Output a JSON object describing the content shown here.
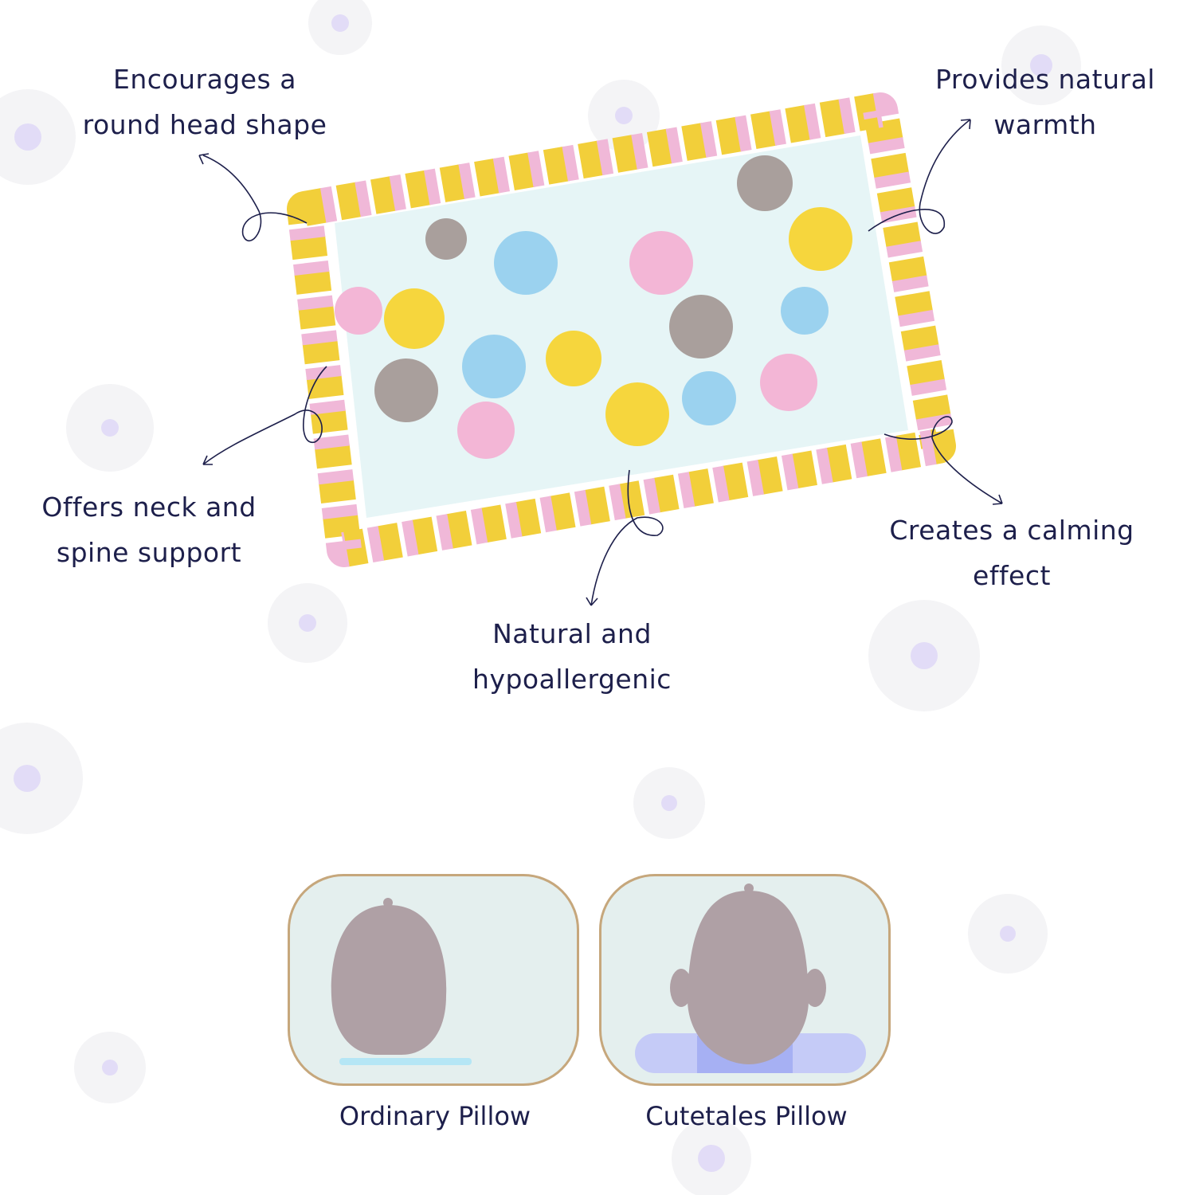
{
  "features": [
    {
      "lines": [
        "Encourages a",
        "round head shape"
      ]
    },
    {
      "lines": [
        "Provides natural",
        "warmth"
      ]
    },
    {
      "lines": [
        "Offers neck and",
        "spine support"
      ]
    },
    {
      "lines": [
        "Creates a calming",
        "effect"
      ]
    },
    {
      "lines": [
        "Natural and",
        "hypoallergenic"
      ]
    }
  ],
  "comparison": [
    {
      "label": "Ordinary Pillow"
    },
    {
      "label": "Cutetales Pillow"
    }
  ],
  "colors": {
    "text": "#1d1f4b",
    "card_bg": "#e4efee",
    "card_border": "#c6a77c",
    "head": "#afa0a5",
    "flat_pillow": "#b5e6f5",
    "shaped_pillow": "#c5cbf7",
    "flower_center": "#e2dcf7"
  }
}
